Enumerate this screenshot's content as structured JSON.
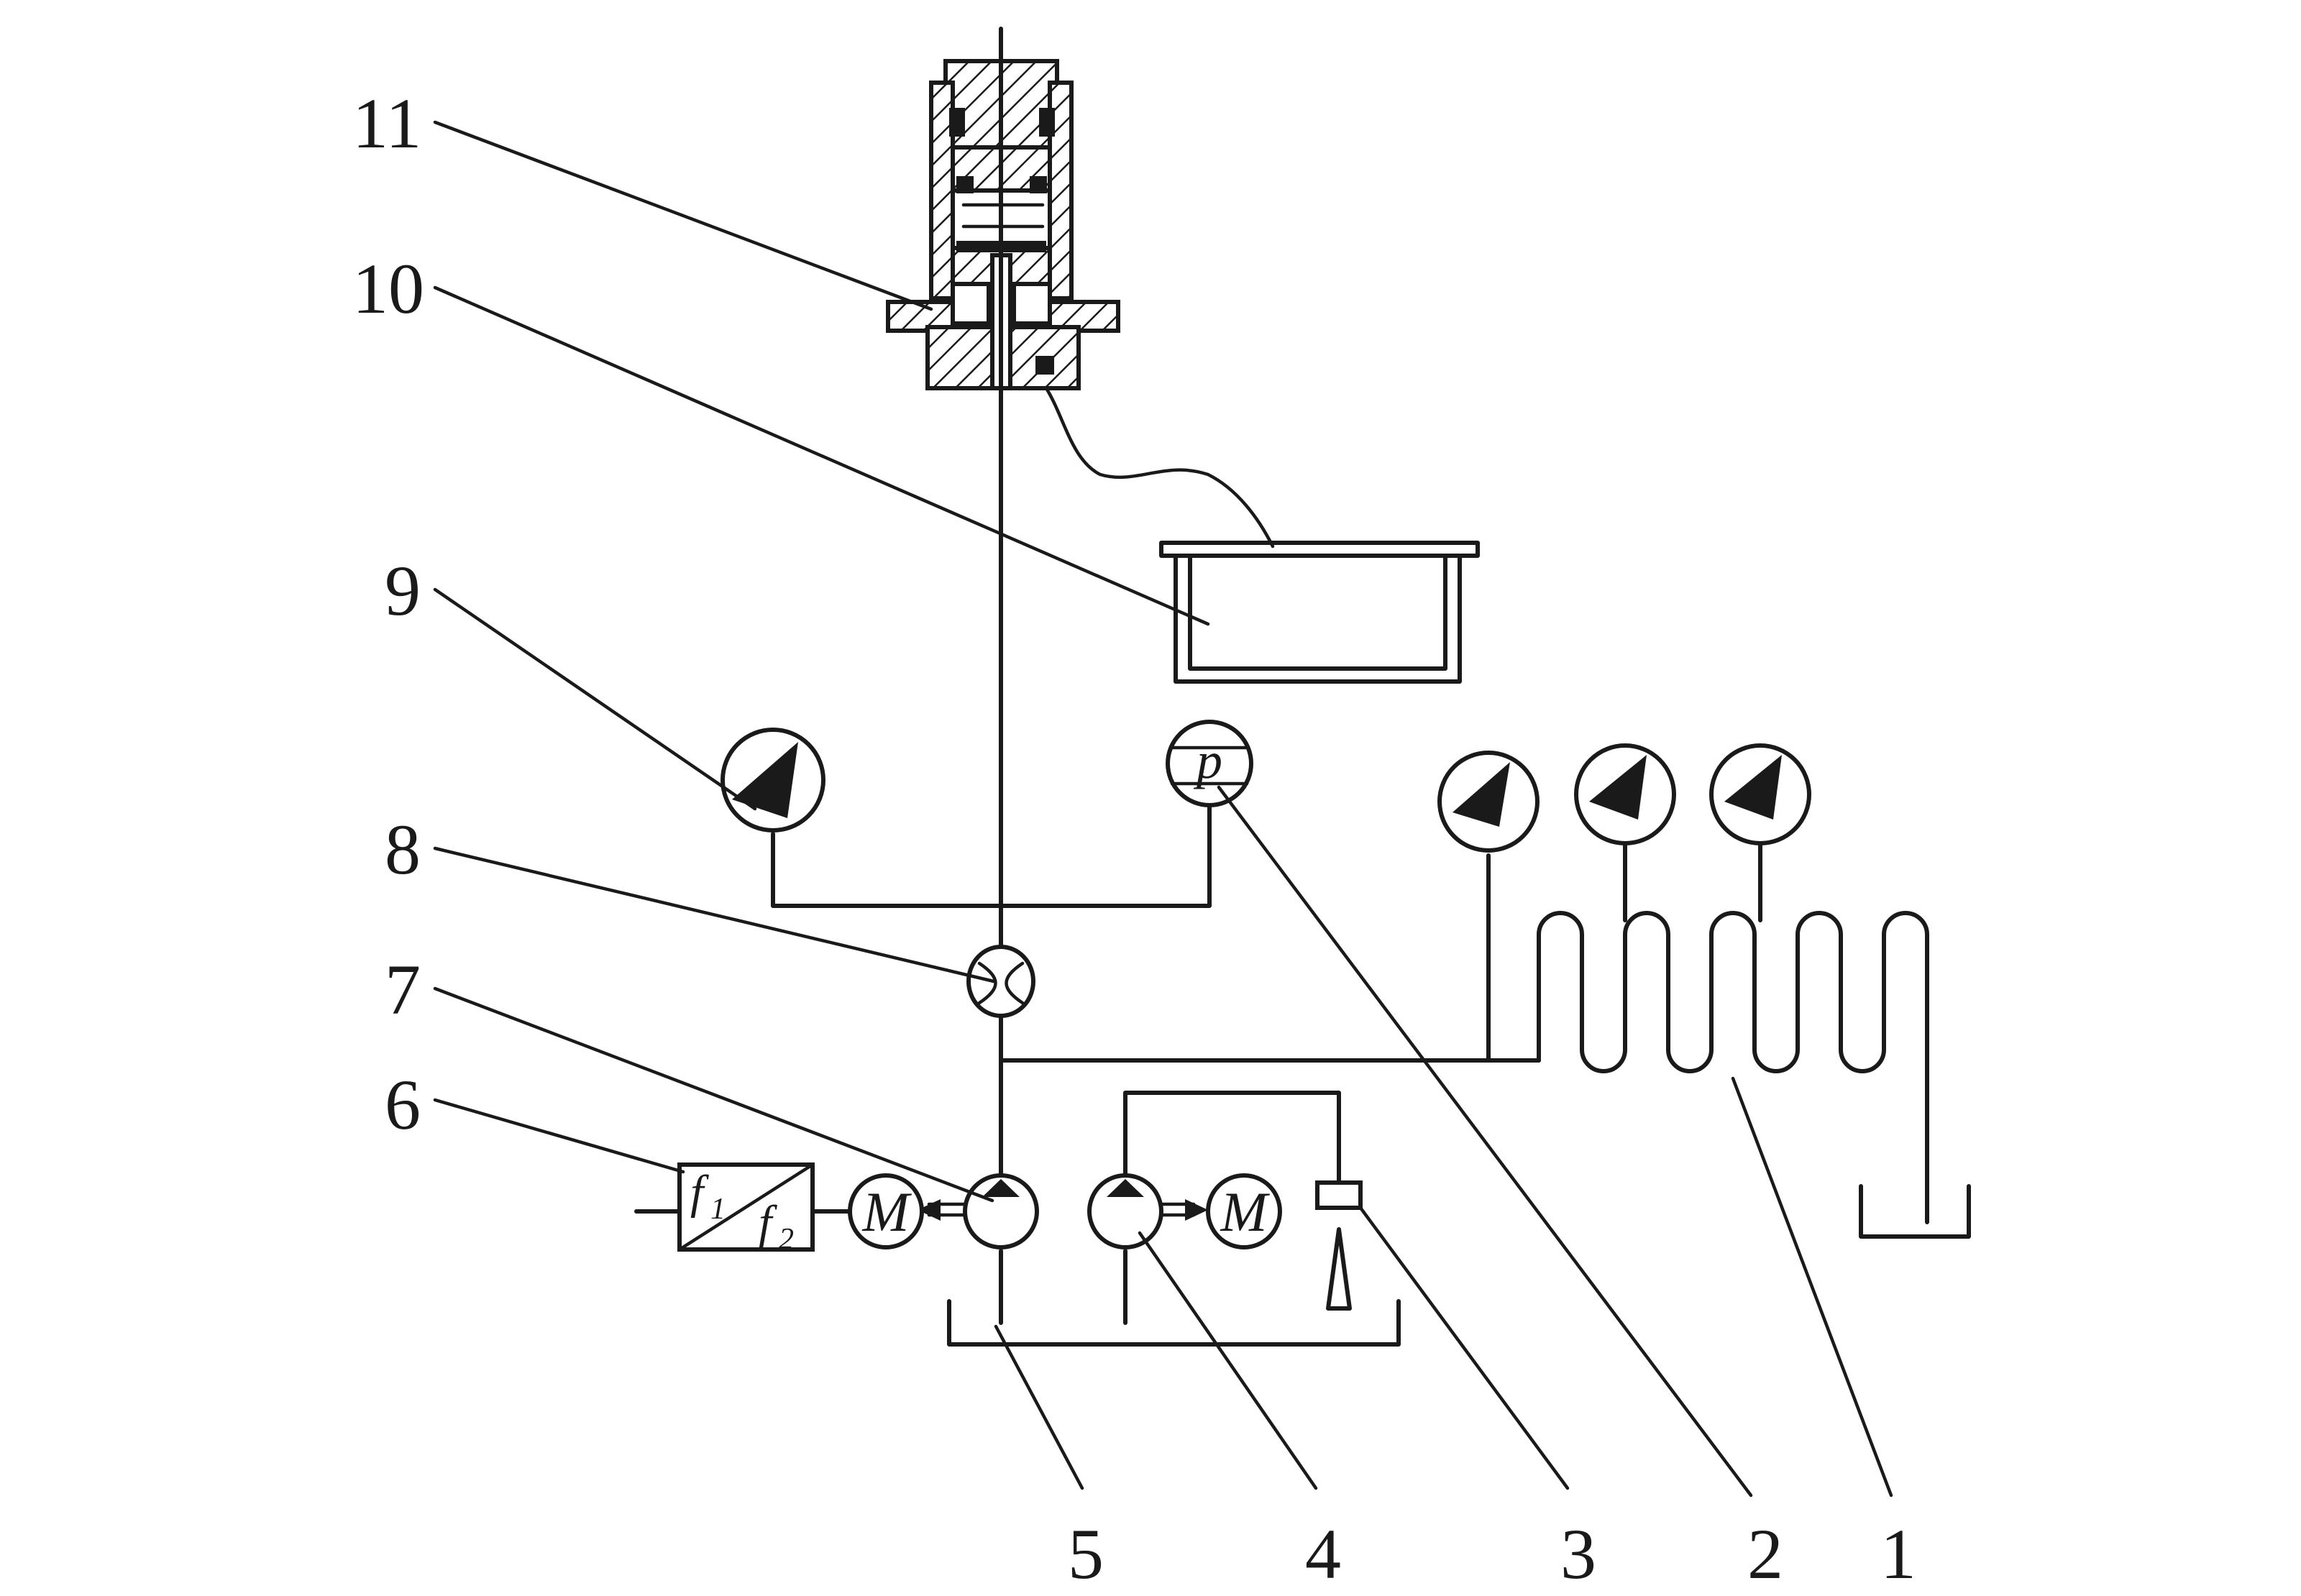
{
  "labels": {
    "n1": "1",
    "n2": "2",
    "n3": "3",
    "n4": "4",
    "n5": "5",
    "n6": "6",
    "n7": "7",
    "n8": "8",
    "n9": "9",
    "n10": "10",
    "n11": "11"
  },
  "symbols": {
    "motor_a": "M",
    "motor_b": "M",
    "pressure_p": "p",
    "freq_f1": "f",
    "freq_f1_sub": "1",
    "freq_f2": "f",
    "freq_f2_sub": "2"
  },
  "colors": {
    "line": "#1a1a1a",
    "background": "#ffffff"
  }
}
